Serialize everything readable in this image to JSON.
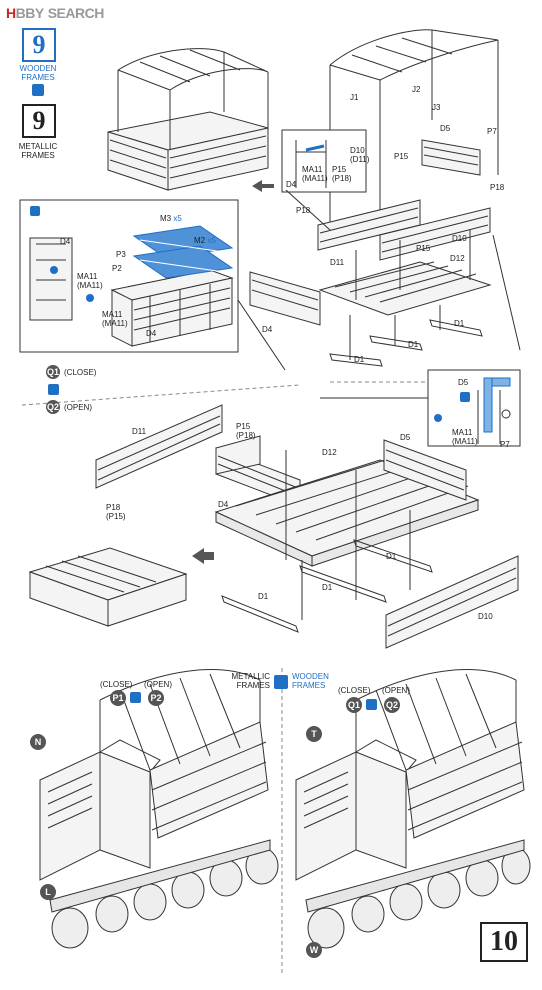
{
  "header": {
    "brand_mark": "H",
    "brand_rest": "BBY",
    "site": "SEARCH"
  },
  "step9": {
    "wooden_number": "9",
    "wooden_label_1": "WOODEN",
    "wooden_label_2": "FRAMES",
    "metallic_number": "9",
    "metallic_label_1": "METALLIC",
    "metallic_label_2": "FRAMES"
  },
  "top_parts": {
    "j1": "J1",
    "j2": "J2",
    "j3": "J3",
    "d5": "D5",
    "p7": "P7",
    "p15": "P15",
    "p18_right": "P18",
    "p18_left": "P18",
    "d10": "D10",
    "d11": "D11",
    "d12": "D12",
    "d4": "D4",
    "d1_a": "D1",
    "d1_b": "D1",
    "d1_c": "D1",
    "p15_mid": "P15"
  },
  "inset_top": {
    "d10": "D10",
    "d10_alt": "(D11)",
    "ma11": "MA11",
    "ma11_alt": "(MA11)",
    "p15": "P15",
    "p15_alt": "(P18)",
    "d4": "D4"
  },
  "inset_left": {
    "d4": "D4",
    "ma11": "MA11",
    "ma11_alt": "(MA11)",
    "ma11_b": "MA11",
    "ma11_b_alt": "(MA11)",
    "m3": "M3",
    "m3_qty": "x5",
    "m2": "M2",
    "m2_qty": "x5",
    "p3": "P3",
    "p2": "P2",
    "d4_b": "D4"
  },
  "options": {
    "q1": "Q1",
    "q1_label": "(CLOSE)",
    "q2": "Q2",
    "q2_label": "(OPEN)"
  },
  "mid_parts": {
    "d11": "D11",
    "p15": "P15",
    "p15_alt": "(P18)",
    "d12": "D12",
    "d5": "D5",
    "d4": "D4",
    "p18": "P18",
    "p18_alt": "(P15)",
    "d1_a": "D1",
    "d1_b": "D1",
    "d1_c": "D1",
    "d10": "D10"
  },
  "inset_right": {
    "d5": "D5",
    "ma11": "MA11",
    "ma11_alt": "(MA11)",
    "p7": "P7"
  },
  "step10": {
    "metallic_1": "METALLIC",
    "metallic_2": "FRAMES",
    "wooden_1": "WOODEN",
    "wooden_2": "FRAMES",
    "left_close": "(CLOSE)",
    "left_open": "(OPEN)",
    "p1": "P1",
    "p2": "P2",
    "right_close": "(CLOSE)",
    "right_open": "(OPEN)",
    "q1": "Q1",
    "q2": "Q2",
    "n": "N",
    "l": "L",
    "t": "T",
    "w": "W",
    "number": "10"
  },
  "colors": {
    "line": "#333333",
    "accent": "#1f6fc4",
    "part_fill": "#f4f4f4"
  }
}
